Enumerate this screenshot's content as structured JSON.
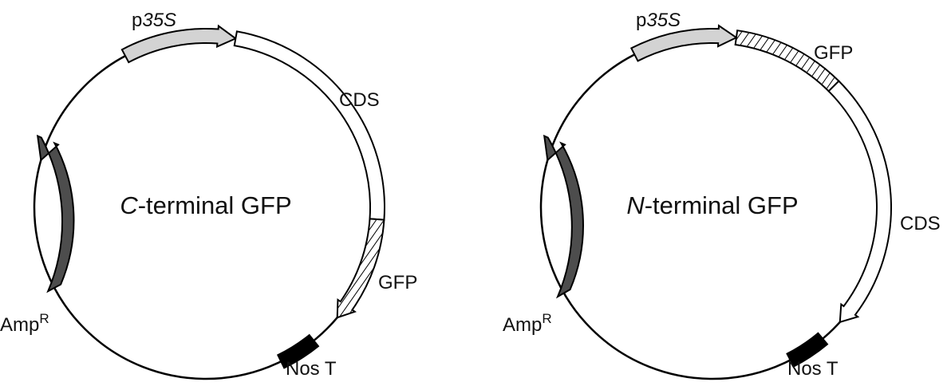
{
  "colors": {
    "backbone": "#000000",
    "promoter_fill": "#d3d3d3",
    "cds_fill": "#ffffff",
    "gfp_hatch": "#000000",
    "terminator_fill": "#000000",
    "resistance_fill": "#4d4d4d"
  },
  "plasmids": [
    {
      "title_italic": "C",
      "title_rest": "-terminal GFP",
      "promoter_prefix": "p",
      "promoter_italic": "35S",
      "cds_label": "CDS",
      "gfp_label": "GFP",
      "terminator_label": "Nos T",
      "resistance_base": "Amp",
      "resistance_sup": "R"
    },
    {
      "title_italic": "N",
      "title_rest": "-terminal GFP",
      "promoter_prefix": "p",
      "promoter_italic": "35S",
      "gfp_label": "GFP",
      "cds_label": "CDS",
      "terminator_label": "Nos T",
      "resistance_base": "Amp",
      "resistance_sup": "R"
    }
  ]
}
